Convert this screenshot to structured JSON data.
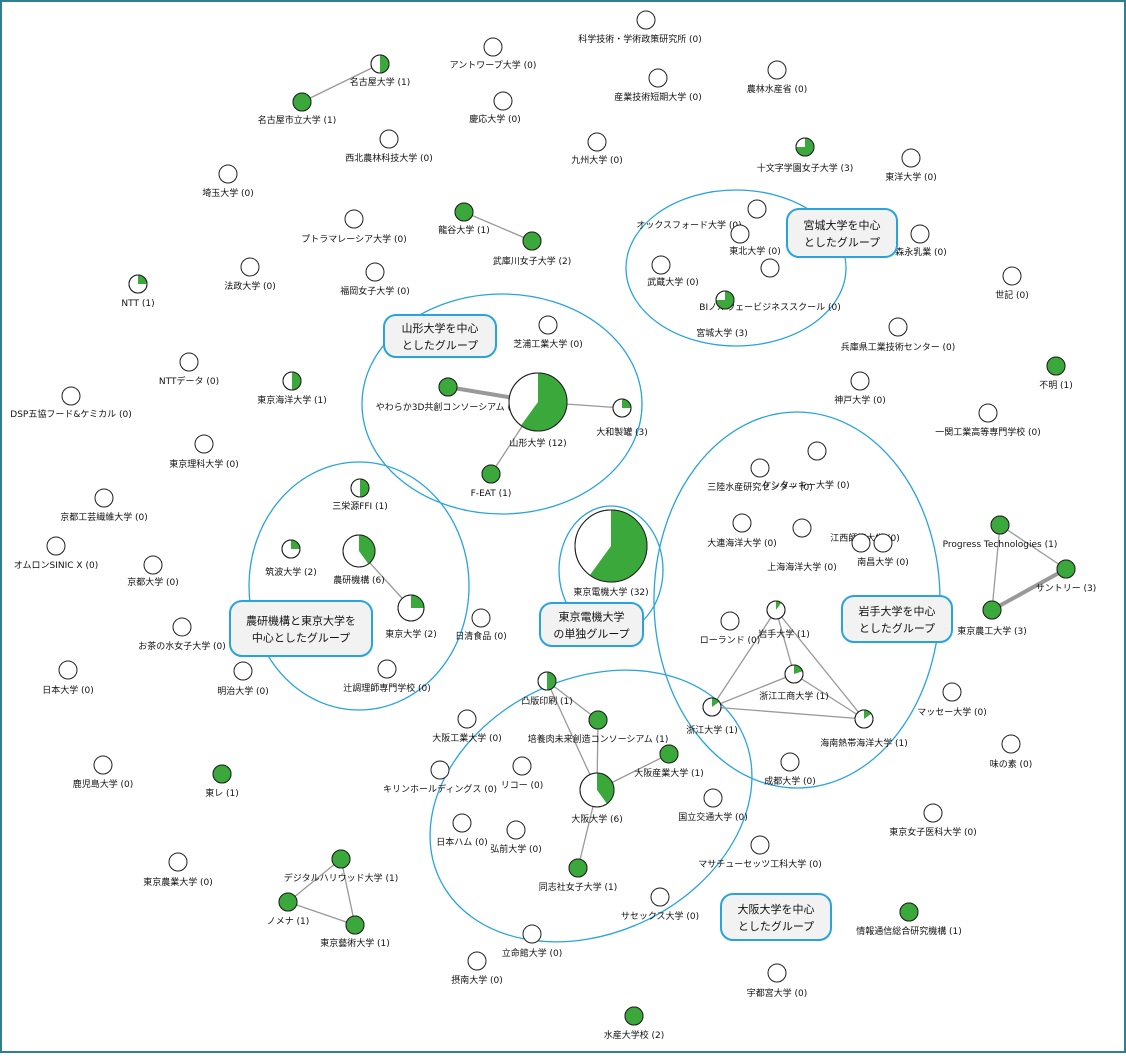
{
  "colors": {
    "fill": "#3aa83a",
    "stroke": "#1f1f1f",
    "edge": "#999999",
    "group_outline": "#29a3dd",
    "callout_fill": "#f2f2f2",
    "frame": "#2f7f8f"
  },
  "nodes": [
    {
      "id": "kagaku",
      "label": "科学技術・学術政策研究所 (0)",
      "share": 0
    },
    {
      "id": "antwerp",
      "label": "アントワープ大学 (0)",
      "share": 0
    },
    {
      "id": "nagoya",
      "label": "名古屋大学 (1)",
      "share": 0.5
    },
    {
      "id": "nagoyashi",
      "label": "名古屋市立大学 (1)",
      "share": 1
    },
    {
      "id": "keio",
      "label": "慶応大学 (0)",
      "share": 0
    },
    {
      "id": "sangyo",
      "label": "産業技術短期大学 (0)",
      "share": 0
    },
    {
      "id": "norin",
      "label": "農林水産省 (0)",
      "share": 0
    },
    {
      "id": "seihoku",
      "label": "西北農林科技大学 (0)",
      "share": 0
    },
    {
      "id": "kyushu",
      "label": "九州大学 (0)",
      "share": 0
    },
    {
      "id": "jumonji",
      "label": "十文字学園女子大学 (3)",
      "share": 0.75
    },
    {
      "id": "toyo",
      "label": "東洋大学 (0)",
      "share": 0
    },
    {
      "id": "saitama",
      "label": "埼玉大学 (0)",
      "share": 0
    },
    {
      "id": "ryukoku",
      "label": "龍谷大学 (1)",
      "share": 1
    },
    {
      "id": "mukogawa",
      "label": "武庫川女子大学 (2)",
      "share": 1
    },
    {
      "id": "putra",
      "label": "プトラマレーシア大学 (0)",
      "share": 0
    },
    {
      "id": "oxford",
      "label": "オックスフォード大学 (0)",
      "share": 0
    },
    {
      "id": "tohoku",
      "label": "東北大学 (0)",
      "share": 0
    },
    {
      "id": "morinaga",
      "label": "森永乳業 (0)",
      "share": 0
    },
    {
      "id": "ntt",
      "label": "NTT (1)",
      "share": 0.25
    },
    {
      "id": "hosei",
      "label": "法政大学 (0)",
      "share": 0
    },
    {
      "id": "fukuoka",
      "label": "福岡女子大学 (0)",
      "share": 0
    },
    {
      "id": "musashi",
      "label": "武蔵大学 (0)",
      "share": 0
    },
    {
      "id": "norway",
      "label": "BIノルウェービジネススクール (0)",
      "share": 0
    },
    {
      "id": "miyagi",
      "label": "宮城大学 (3)",
      "share": 0.75
    },
    {
      "id": "seiki",
      "label": "世記 (0)",
      "share": 0
    },
    {
      "id": "shibaura",
      "label": "芝浦工業大学 (0)",
      "share": 0
    },
    {
      "id": "hyogo",
      "label": "兵庫県工業技術センター (0)",
      "share": 0
    },
    {
      "id": "nttdata",
      "label": "NTTデータ (0)",
      "share": 0
    },
    {
      "id": "yawaraka",
      "label": "やわらか3D共創コンソーシアム (2)",
      "share": 1
    },
    {
      "id": "yamagata",
      "label": "山形大学 (12)",
      "share": 0.6
    },
    {
      "id": "yamato",
      "label": "大和製罐 (3)",
      "share": 0.25
    },
    {
      "id": "fumei",
      "label": "不明 (1)",
      "share": 1
    },
    {
      "id": "dsp",
      "label": "DSP五協フード&ケミカル (0)",
      "share": 0
    },
    {
      "id": "kaiyo",
      "label": "東京海洋大学 (1)",
      "share": 0.5
    },
    {
      "id": "kobe",
      "label": "神戸大学 (0)",
      "share": 0
    },
    {
      "id": "ichinoseki",
      "label": "一関工業高等専門学校 (0)",
      "share": 0
    },
    {
      "id": "rika",
      "label": "東京理科大学 (0)",
      "share": 0
    },
    {
      "id": "feat",
      "label": "F-EAT (1)",
      "share": 1
    },
    {
      "id": "sanriku",
      "label": "三陸水産研究センター (0)",
      "share": 0
    },
    {
      "id": "kentucky",
      "label": "ケンタッキー大学 (0)",
      "share": 0
    },
    {
      "id": "kyoto_kosen",
      "label": "京都工芸繊維大学 (0)",
      "share": 0
    },
    {
      "id": "sanei",
      "label": "三栄源FFI (1)",
      "share": 0.5
    },
    {
      "id": "progress",
      "label": "Progress Technologies (1)",
      "share": 1
    },
    {
      "id": "dalian",
      "label": "大連海洋大学 (0)",
      "share": 0
    },
    {
      "id": "jiangxi",
      "label": "江西師範大学 (0)",
      "share": 0
    },
    {
      "id": "omron",
      "label": "オムロンSINIC X (0)",
      "share": 0
    },
    {
      "id": "tsukuba",
      "label": "筑波大学 (2)",
      "share": 0.25
    },
    {
      "id": "noken",
      "label": "農研機構 (6)",
      "share": 0.4
    },
    {
      "id": "denki",
      "label": "東京電機大学 (32)",
      "share": 0.6
    },
    {
      "id": "shanghai",
      "label": "上海海洋大学 (0)",
      "share": 0
    },
    {
      "id": "nanchang",
      "label": "南昌大学 (0)",
      "share": 0
    },
    {
      "id": "suntory",
      "label": "サントリー (3)",
      "share": 1
    },
    {
      "id": "kyoto",
      "label": "京都大学 (0)",
      "share": 0
    },
    {
      "id": "tokyo",
      "label": "東京大学 (2)",
      "share": 0.25
    },
    {
      "id": "nissin",
      "label": "日清食品 (0)",
      "share": 0
    },
    {
      "id": "ochanomizu",
      "label": "お茶の水女子大学 (0)",
      "share": 0
    },
    {
      "id": "roland",
      "label": "ローランド (0)",
      "share": 0
    },
    {
      "id": "iwate",
      "label": "岩手大学 (1)",
      "share": 0.1
    },
    {
      "id": "noko",
      "label": "東京農工大学 (3)",
      "share": 1
    },
    {
      "id": "nihon",
      "label": "日本大学 (0)",
      "share": 0
    },
    {
      "id": "meiji",
      "label": "明治大学 (0)",
      "share": 0
    },
    {
      "id": "tsuji",
      "label": "辻調理師専門学校 (0)",
      "share": 0
    },
    {
      "id": "zhejiang_gs",
      "label": "浙江工商大学 (1)",
      "share": 0.2
    },
    {
      "id": "toppan",
      "label": "凸版印刷 (1)",
      "share": 0.5
    },
    {
      "id": "masse",
      "label": "マッセー大学 (0)",
      "share": 0
    },
    {
      "id": "zhejiang",
      "label": "浙江大学 (1)",
      "share": 0.15
    },
    {
      "id": "osaka_kogyo",
      "label": "大阪工業大学 (0)",
      "share": 0
    },
    {
      "id": "baiyou",
      "label": "培養肉未来創造コンソーシアム (1)",
      "share": 1
    },
    {
      "id": "hainan",
      "label": "海南熱帯海洋大学 (1)",
      "share": 0.15
    },
    {
      "id": "ajinomoto",
      "label": "味の素 (0)",
      "share": 0
    },
    {
      "id": "kagoshima",
      "label": "鹿児島大学 (0)",
      "share": 0
    },
    {
      "id": "toray",
      "label": "東レ (1)",
      "share": 1
    },
    {
      "id": "kirin",
      "label": "キリンホールディングス (0)",
      "share": 0
    },
    {
      "id": "ricoh",
      "label": "リコー (0)",
      "share": 0
    },
    {
      "id": "osaka_sangyo",
      "label": "大阪産業大学 (1)",
      "share": 1
    },
    {
      "id": "seito",
      "label": "成都大学 (0)",
      "share": 0
    },
    {
      "id": "osaka",
      "label": "大阪大学 (6)",
      "share": 0.4
    },
    {
      "id": "kokuritsu",
      "label": "国立交通大学 (0)",
      "share": 0
    },
    {
      "id": "joshi_ika",
      "label": "東京女子医科大学 (0)",
      "share": 0
    },
    {
      "id": "nippon_ham",
      "label": "日本ハム (0)",
      "share": 0
    },
    {
      "id": "hirosaki",
      "label": "弘前大学 (0)",
      "share": 0
    },
    {
      "id": "mit",
      "label": "マサチューセッツ工科大学 (0)",
      "share": 0
    },
    {
      "id": "digital",
      "label": "デジタルハリウッド大学 (1)",
      "share": 1
    },
    {
      "id": "doshisha",
      "label": "同志社女子大学 (1)",
      "share": 1
    },
    {
      "id": "nogyo",
      "label": "東京農業大学 (0)",
      "share": 0
    },
    {
      "id": "nomena",
      "label": "ノメナ (1)",
      "share": 1
    },
    {
      "id": "sussex",
      "label": "サセックス大学 (0)",
      "share": 0
    },
    {
      "id": "nict",
      "label": "情報通信総合研究機構 (1)",
      "share": 1
    },
    {
      "id": "geijutsu",
      "label": "東京藝術大学 (1)",
      "share": 1
    },
    {
      "id": "ritsumei",
      "label": "立命館大学 (0)",
      "share": 0
    },
    {
      "id": "setsunan",
      "label": "摂南大学 (0)",
      "share": 0
    },
    {
      "id": "utsunomiya",
      "label": "宇都宮大学 (0)",
      "share": 0
    },
    {
      "id": "suisan",
      "label": "水産大学校 (2)",
      "share": 1
    }
  ],
  "edges": [
    {
      "from": "nagoya",
      "to": "nagoyashi",
      "w": 1
    },
    {
      "from": "ryukoku",
      "to": "mukogawa",
      "w": 1
    },
    {
      "from": "yawaraka",
      "to": "yamagata",
      "w": 2
    },
    {
      "from": "yamagata",
      "to": "yamato",
      "w": 1
    },
    {
      "from": "yamagata",
      "to": "feat",
      "w": 1
    },
    {
      "from": "noken",
      "to": "tokyo",
      "w": 1
    },
    {
      "from": "progress",
      "to": "suntory",
      "w": 1
    },
    {
      "from": "progress",
      "to": "noko",
      "w": 1
    },
    {
      "from": "noko",
      "to": "suntory",
      "w": 3
    },
    {
      "from": "iwate",
      "to": "zhejiang_gs",
      "w": 1
    },
    {
      "from": "iwate",
      "to": "zhejiang",
      "w": 1
    },
    {
      "from": "iwate",
      "to": "hainan",
      "w": 1
    },
    {
      "from": "zhejiang_gs",
      "to": "zhejiang",
      "w": 1
    },
    {
      "from": "zhejiang_gs",
      "to": "hainan",
      "w": 1
    },
    {
      "from": "zhejiang",
      "to": "hainan",
      "w": 1
    },
    {
      "from": "toppan",
      "to": "baiyou",
      "w": 1
    },
    {
      "from": "toppan",
      "to": "osaka",
      "w": 1
    },
    {
      "from": "baiyou",
      "to": "osaka",
      "w": 1
    },
    {
      "from": "osaka_sangyo",
      "to": "osaka",
      "w": 1
    },
    {
      "from": "osaka",
      "to": "doshisha",
      "w": 1
    },
    {
      "from": "digital",
      "to": "nomena",
      "w": 1
    },
    {
      "from": "digital",
      "to": "geijutsu",
      "w": 1
    },
    {
      "from": "nomena",
      "to": "geijutsu",
      "w": 1
    }
  ],
  "groups": [
    {
      "id": "miyagi",
      "callout": [
        "宮城大学を中心",
        "としたグループ"
      ]
    },
    {
      "id": "yamagata",
      "callout": [
        "山形大学を中心",
        "としたグループ"
      ]
    },
    {
      "id": "noken",
      "callout": [
        "農研機構と東京大学を",
        "中心としたグループ"
      ]
    },
    {
      "id": "denki",
      "callout": [
        "東京電機大学",
        "の単独グループ"
      ]
    },
    {
      "id": "iwate",
      "callout": [
        "岩手大学を中心",
        "としたグループ"
      ]
    },
    {
      "id": "osaka",
      "callout": [
        "大阪大学を中心",
        "としたグループ"
      ]
    }
  ]
}
